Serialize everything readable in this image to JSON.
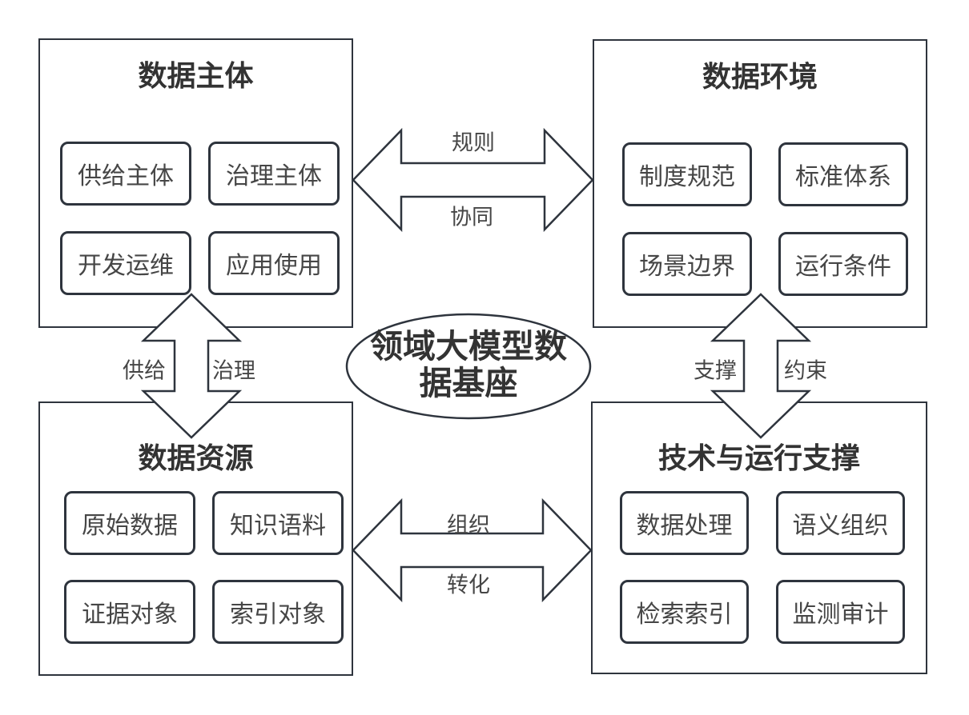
{
  "center": {
    "line1": "领域大模型数",
    "line2": "据基座",
    "full_text": "领域大模型数据基座"
  },
  "quadrants": [
    {
      "id": "data-subject",
      "title": "数据主体",
      "items": [
        "供给主体",
        "治理主体",
        "开发运维",
        "应用使用"
      ]
    },
    {
      "id": "data-environment",
      "title": "数据环境",
      "items": [
        "制度规范",
        "标准体系",
        "场景边界",
        "运行条件"
      ]
    },
    {
      "id": "data-resource",
      "title": "数据资源",
      "items": [
        "原始数据",
        "知识语料",
        "证据对象",
        "索引对象"
      ]
    },
    {
      "id": "tech-operation",
      "title": "技术与运行支撑",
      "items": [
        "数据处理",
        "语义组织",
        "检索索引",
        "监测审计"
      ]
    }
  ],
  "arrows": {
    "top": {
      "label_a": "规则",
      "label_b": "协同"
    },
    "left": {
      "label_a": "供给",
      "label_b": "治理"
    },
    "right": {
      "label_a": "支撑",
      "label_b": "约束"
    },
    "bottom": {
      "label_a": "组织",
      "label_b": "转化"
    }
  },
  "colors": {
    "stroke": "#2e343d",
    "title_text": "#333333",
    "label_text": "#464646",
    "background": "#ffffff"
  }
}
